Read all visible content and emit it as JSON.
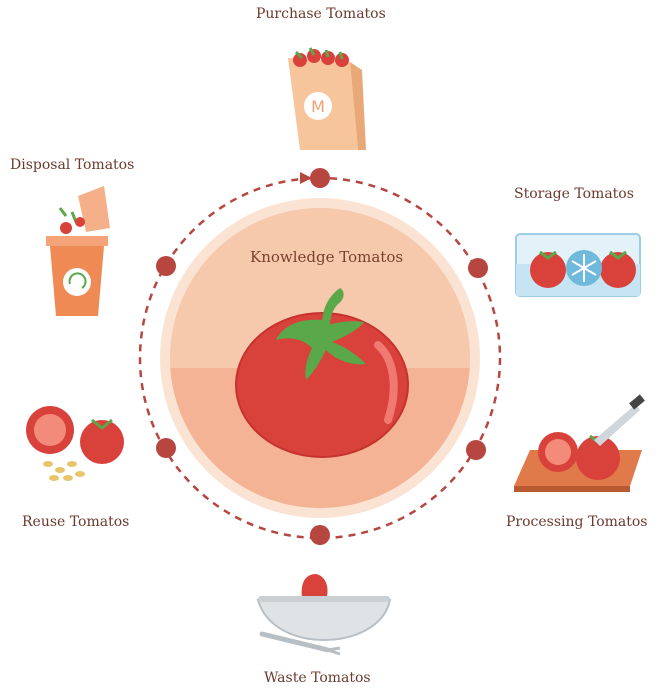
{
  "diagram": {
    "center_label": "Knowledge Tomatos",
    "stages": {
      "purchase": "Purchase Tomatos",
      "storage": "Storage Tomatos",
      "processing": "Processing Tomatos",
      "waste": "Waste Tomatos",
      "reuse": "Reuse Tomatos",
      "disposal": "Disposal Tomatos"
    },
    "bag_letter": "M",
    "colors": {
      "tomato_red": "#d9413b",
      "stem_green": "#5aa84a",
      "cycle_dot": "#b6463f",
      "circle_light": "#f6c9ac",
      "circle_dark": "#f3b394",
      "bag_orange": "#f7c59b",
      "bin_orange": "#f08a54"
    }
  }
}
